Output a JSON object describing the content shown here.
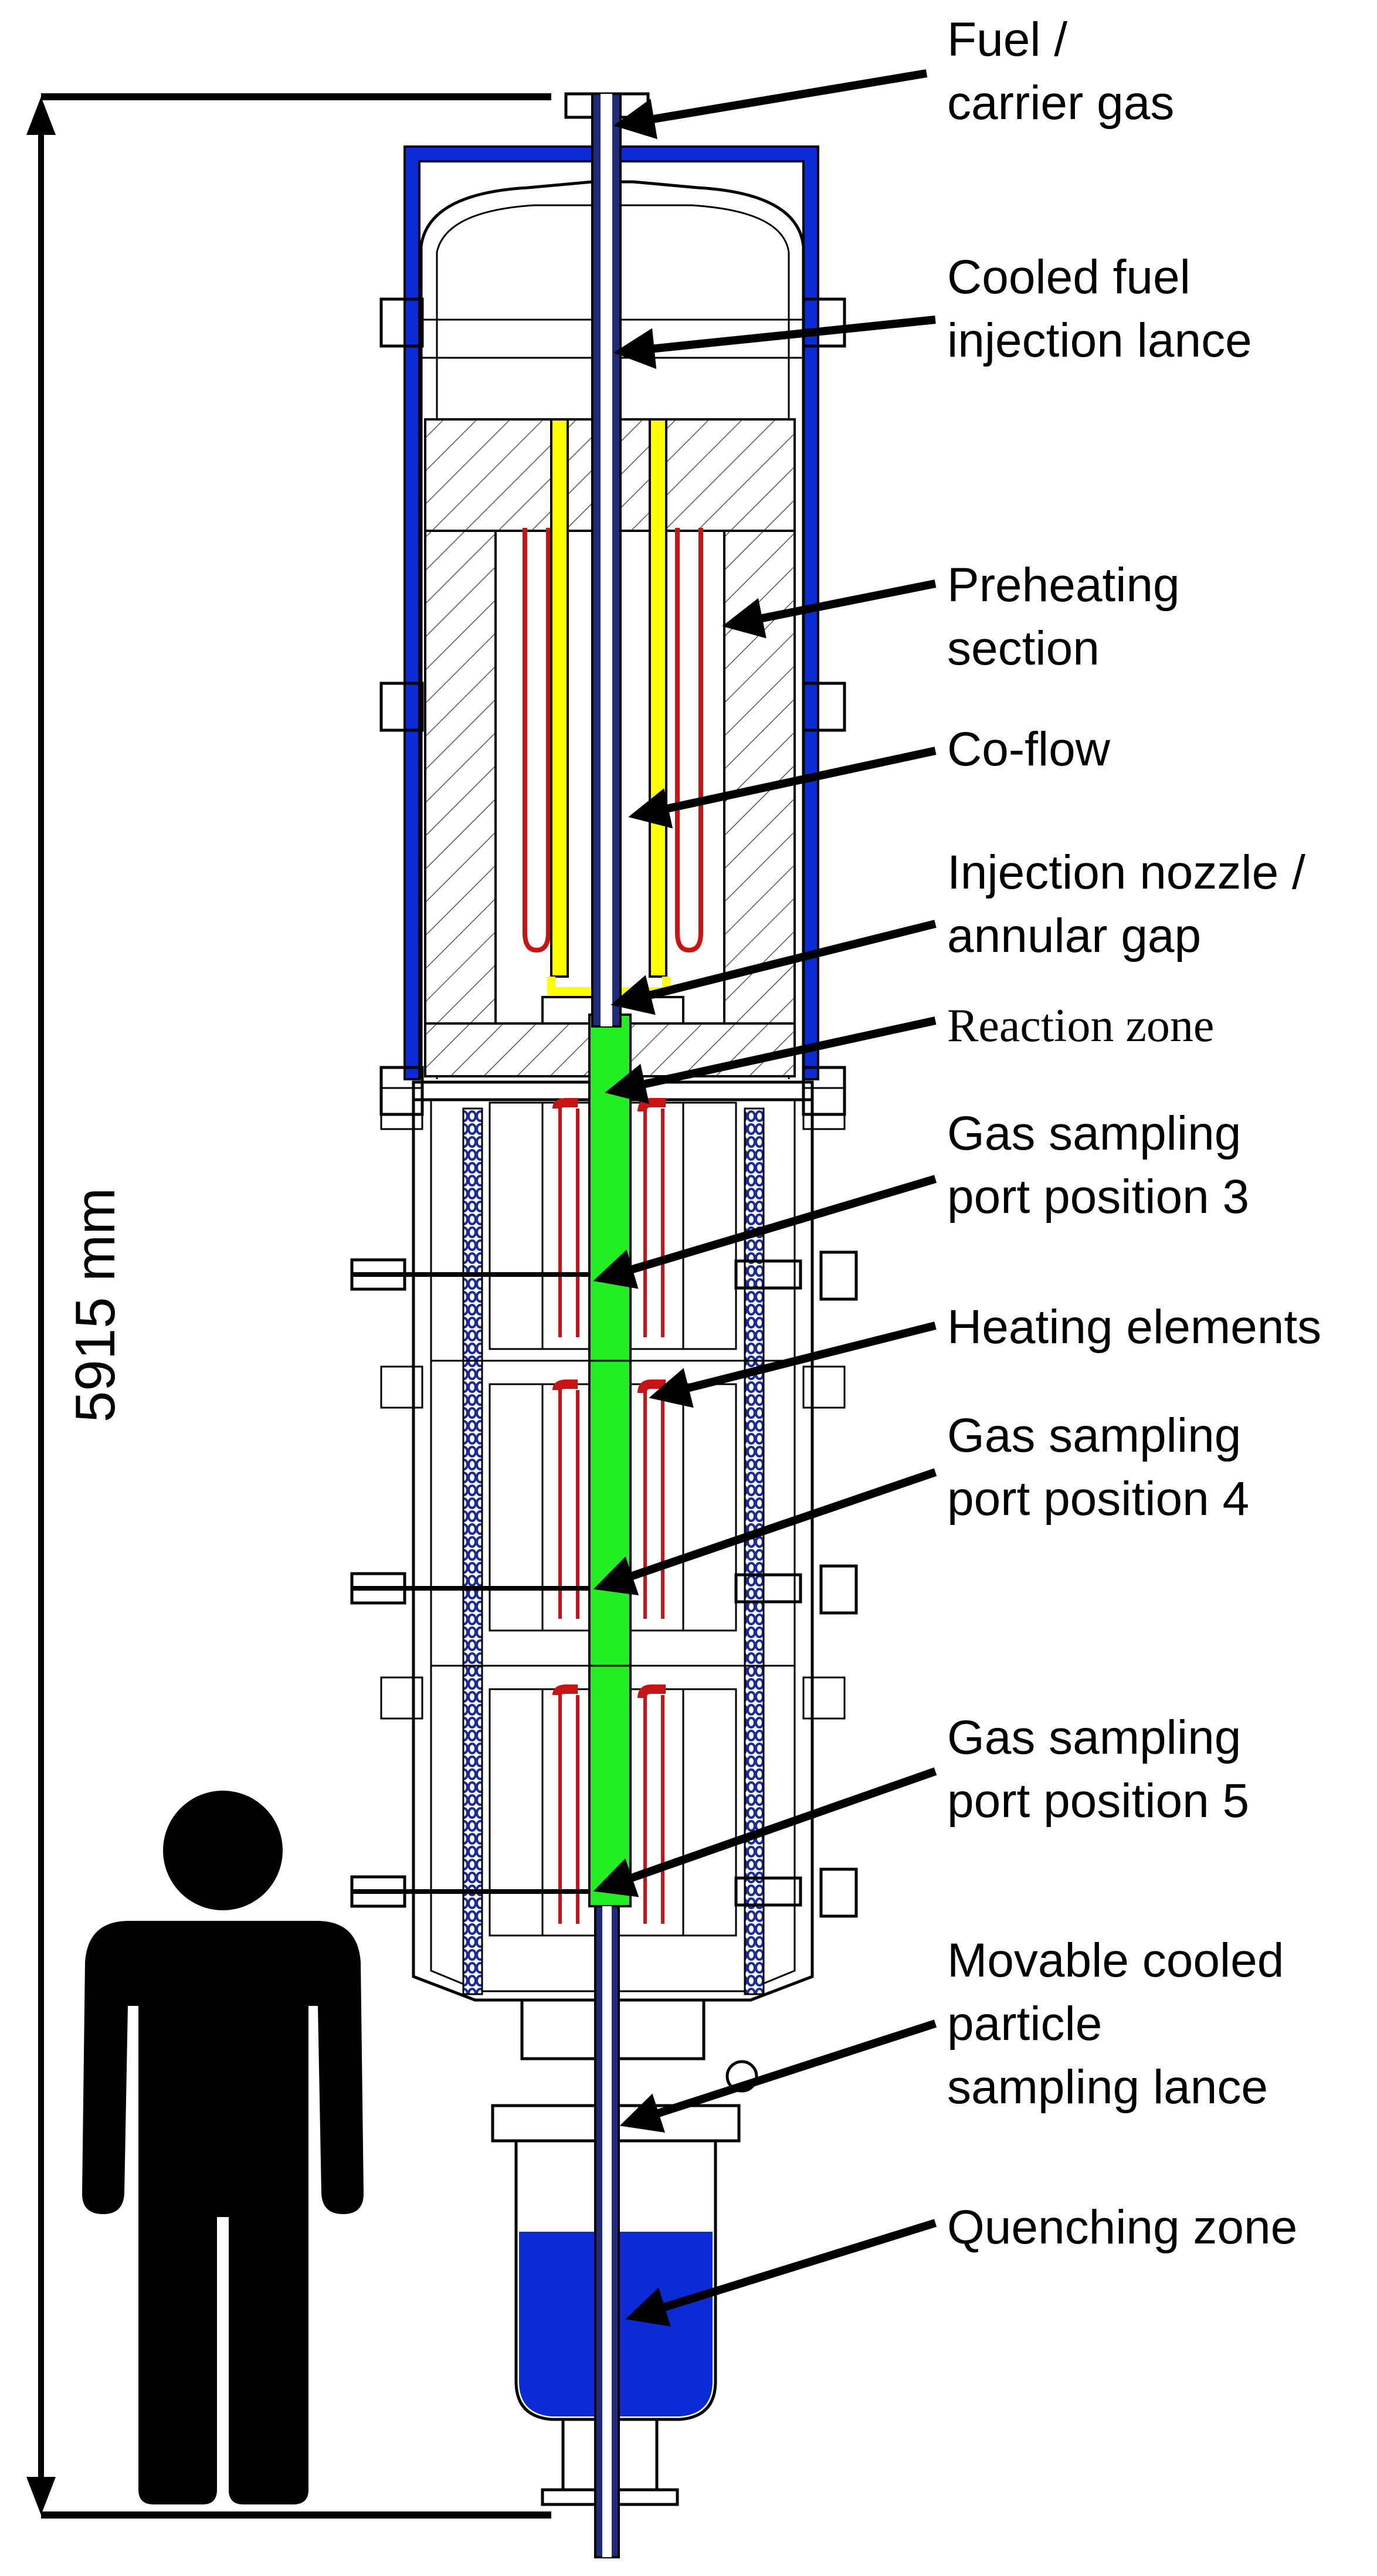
{
  "dimension": {
    "label": "5915 mm"
  },
  "labels": [
    {
      "id": "fuel-carrier-gas",
      "lines": [
        "Fuel /",
        "carrier gas"
      ]
    },
    {
      "id": "cooled-fuel-injection-lance",
      "lines": [
        "Cooled fuel",
        "injection lance"
      ]
    },
    {
      "id": "preheating-section",
      "lines": [
        "Preheating",
        "section"
      ]
    },
    {
      "id": "co-flow",
      "lines": [
        "Co-flow"
      ]
    },
    {
      "id": "injection-nozzle-annular-gap",
      "lines": [
        "Injection nozzle /",
        "annular gap"
      ]
    },
    {
      "id": "reaction-zone",
      "lines": [
        "Reaction zone"
      ]
    },
    {
      "id": "gas-sampling-port-3",
      "lines": [
        "Gas sampling",
        "port position 3"
      ]
    },
    {
      "id": "heating-elements",
      "lines": [
        "Heating elements"
      ]
    },
    {
      "id": "gas-sampling-port-4",
      "lines": [
        "Gas sampling",
        "port position 4"
      ]
    },
    {
      "id": "gas-sampling-port-5",
      "lines": [
        "Gas sampling",
        "port position 5"
      ]
    },
    {
      "id": "movable-cooled-particle-sampling-lance",
      "lines": [
        "Movable cooled",
        "particle",
        "sampling lance"
      ]
    },
    {
      "id": "quenching-zone",
      "lines": [
        "Quenching zone"
      ]
    }
  ],
  "colors": {
    "cooling_jacket": "#0b2bd6",
    "lance": "#1f2a7a",
    "reaction_zone": "#22ee22",
    "co_flow_tubes": "#ffff00",
    "heating_elements": "#c81414",
    "quench_water": "#0b2bd6",
    "insulation_coil": "#1a2a9a",
    "human_silhouette": "#000000"
  },
  "icons": {
    "human": "person-silhouette-icon"
  }
}
